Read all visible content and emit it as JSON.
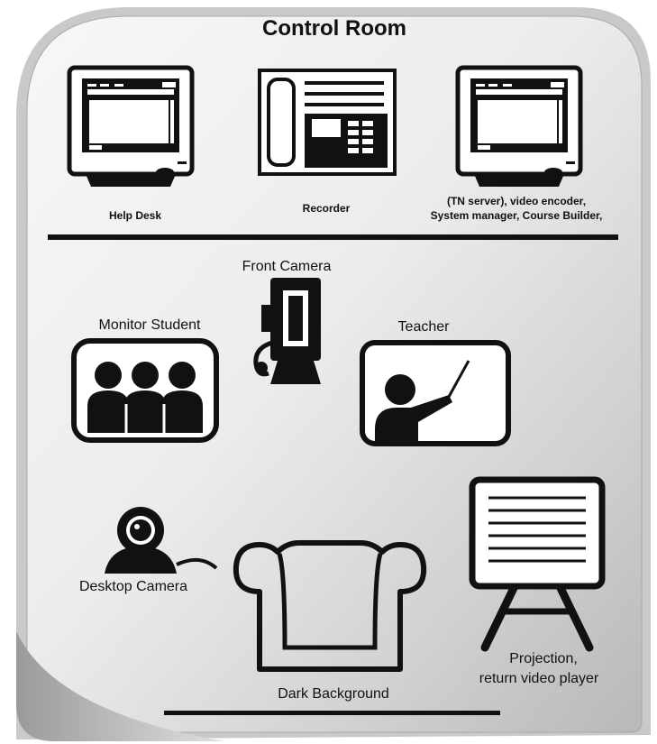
{
  "title": "Control Room",
  "control_room": {
    "help_desk": "Help Desk",
    "recorder": "Recorder",
    "server_line1": "(TN server), video encoder,",
    "server_line2": "System manager, Course Builder,"
  },
  "classroom": {
    "front_camera": "Front Camera",
    "monitor_student": "Monitor Student",
    "teacher": "Teacher",
    "desktop_camera": "Desktop Camera",
    "dark_background": "Dark Background",
    "projection_line1": "Projection,",
    "projection_line2": "return video player"
  },
  "colors": {
    "ink": "#111111",
    "panel_light": "#f4f4f4",
    "panel_dark": "#bdbdbd"
  }
}
